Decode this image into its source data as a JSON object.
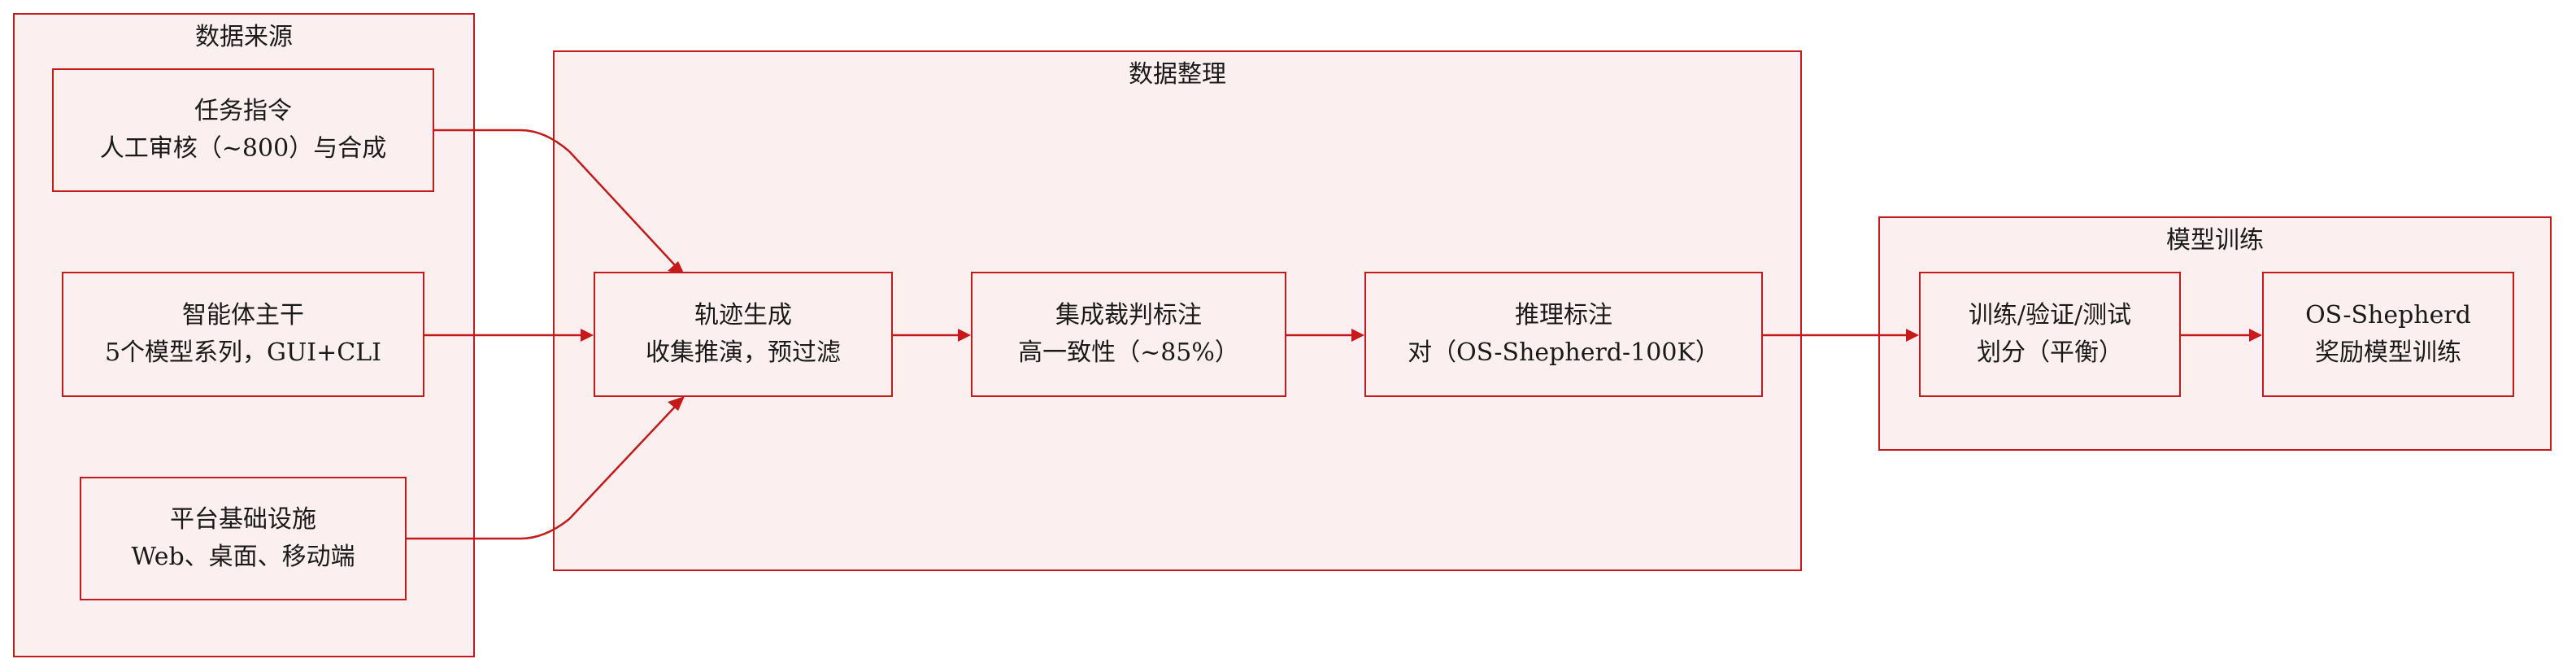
{
  "theme": {
    "accent": "#c41a1a",
    "fill": "#fcefef",
    "text": "#1a1a1a"
  },
  "clusters": {
    "source": {
      "title": "数据来源"
    },
    "curation": {
      "title": "数据整理"
    },
    "training": {
      "title": "模型训练"
    }
  },
  "nodes": {
    "task_instructions": {
      "line1": "任务指令",
      "line2": "人工审核（~800）与合成"
    },
    "agent_backbone": {
      "line1": "智能体主干",
      "line2": "5个模型系列，GUI+CLI"
    },
    "platform_infra": {
      "line1": "平台基础设施",
      "line2": "Web、桌面、移动端"
    },
    "trajectory_gen": {
      "line1": "轨迹生成",
      "line2": "收集推演，预过滤"
    },
    "ensemble_judge": {
      "line1": "集成裁判标注",
      "line2": "高一致性（~85%）"
    },
    "reasoning_annot": {
      "line1": "推理标注",
      "line2": "对（OS-Shepherd-100K）"
    },
    "split": {
      "line1": "训练/验证/测试",
      "line2": "划分（平衡）"
    },
    "reward_training": {
      "line1": "OS-Shepherd",
      "line2": "奖励模型训练"
    }
  },
  "edges": [
    {
      "from": "task_instructions",
      "to": "trajectory_gen"
    },
    {
      "from": "agent_backbone",
      "to": "trajectory_gen"
    },
    {
      "from": "platform_infra",
      "to": "trajectory_gen"
    },
    {
      "from": "trajectory_gen",
      "to": "ensemble_judge"
    },
    {
      "from": "ensemble_judge",
      "to": "reasoning_annot"
    },
    {
      "from": "reasoning_annot",
      "to": "split"
    },
    {
      "from": "split",
      "to": "reward_training"
    }
  ]
}
